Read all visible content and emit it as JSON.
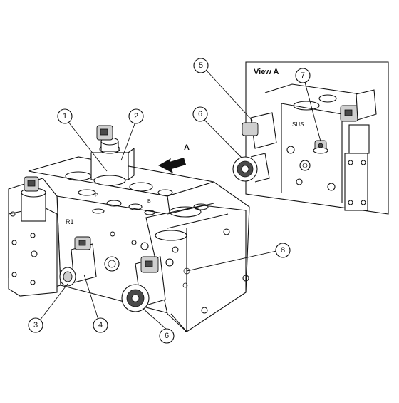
{
  "view_label": "View A",
  "direction_label": "A",
  "port_labels": {
    "r1": "R1",
    "sus": "SUS",
    "p": "P",
    "b": "B"
  },
  "callouts": [
    {
      "id": "c1",
      "label": "1"
    },
    {
      "id": "c2",
      "label": "2"
    },
    {
      "id": "c3",
      "label": "3"
    },
    {
      "id": "c4",
      "label": "4"
    },
    {
      "id": "c5",
      "label": "5"
    },
    {
      "id": "c6a",
      "label": "6"
    },
    {
      "id": "c6b",
      "label": "6"
    },
    {
      "id": "c7",
      "label": "7"
    },
    {
      "id": "c8",
      "label": "8"
    }
  ],
  "colors": {
    "line": "#111111",
    "shade": "#cfcfcf",
    "background": "#ffffff"
  }
}
